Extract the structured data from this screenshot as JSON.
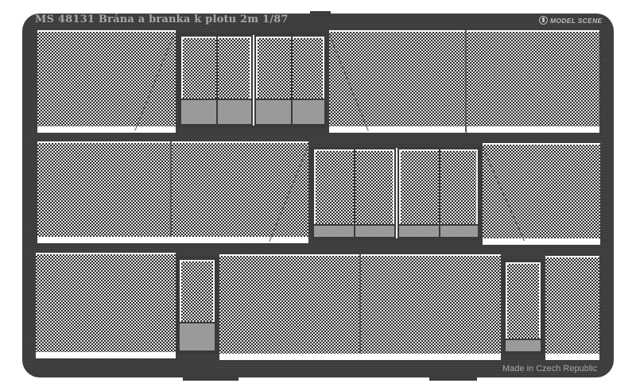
{
  "sheet": {
    "title": "MS 48131  Brána a branka k plotu 2m   1/87",
    "brand": "Model Scene",
    "footer": "Made in Czech Republic",
    "colors": {
      "fret": "#3c3c3e",
      "mesh_dark": "#2e2e30",
      "mesh_light": "#e6e6e6",
      "panel": "#9a9a9c",
      "text": "#a9a9ab"
    }
  },
  "rows": [
    {
      "name": "row-1",
      "parts": [
        "fence-panel",
        "double-gate",
        "fence-panel",
        "fence-panel"
      ]
    },
    {
      "name": "row-2",
      "parts": [
        "fence-panel",
        "fence-panel",
        "double-gate",
        "fence-panel"
      ]
    },
    {
      "name": "row-3",
      "parts": [
        "fence-panel",
        "single-gate",
        "fence-panel",
        "fence-panel",
        "single-gate",
        "fence-panel"
      ]
    }
  ]
}
